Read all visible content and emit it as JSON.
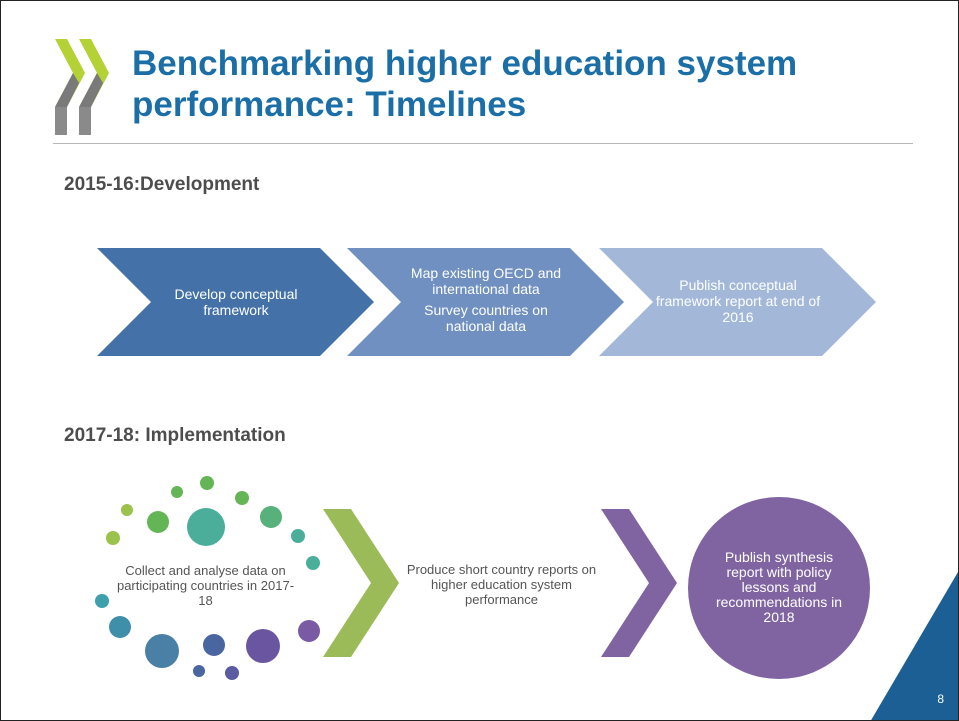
{
  "title": "Benchmarking higher education system performance: Timelines",
  "phase1": {
    "heading": "2015-16:Development",
    "steps": [
      {
        "lines": [
          "Develop conceptual framework"
        ]
      },
      {
        "lines": [
          "Map existing OECD and international data",
          "Survey countries on national data"
        ]
      },
      {
        "lines": [
          "Publish conceptual framework report at end of 2016"
        ]
      }
    ]
  },
  "phase2": {
    "heading": "2017-18: Implementation",
    "collect": "Collect and analyse data on participating countries in 2017-18",
    "produce": "Produce short country reports on higher education system performance",
    "publish": "Publish synthesis report with policy lessons and recommendations in 2018"
  },
  "colors": {
    "title": "#1b6fa6",
    "chevron1": "#4472a8",
    "chevron2": "#6f90c0",
    "chevron3": "#a3b8d9",
    "green_chevron": "#9bbb59",
    "purple_chevron": "#8064a2",
    "publish_circle": "#8064a2",
    "corner": "#1b5f94"
  },
  "page_number": "8"
}
